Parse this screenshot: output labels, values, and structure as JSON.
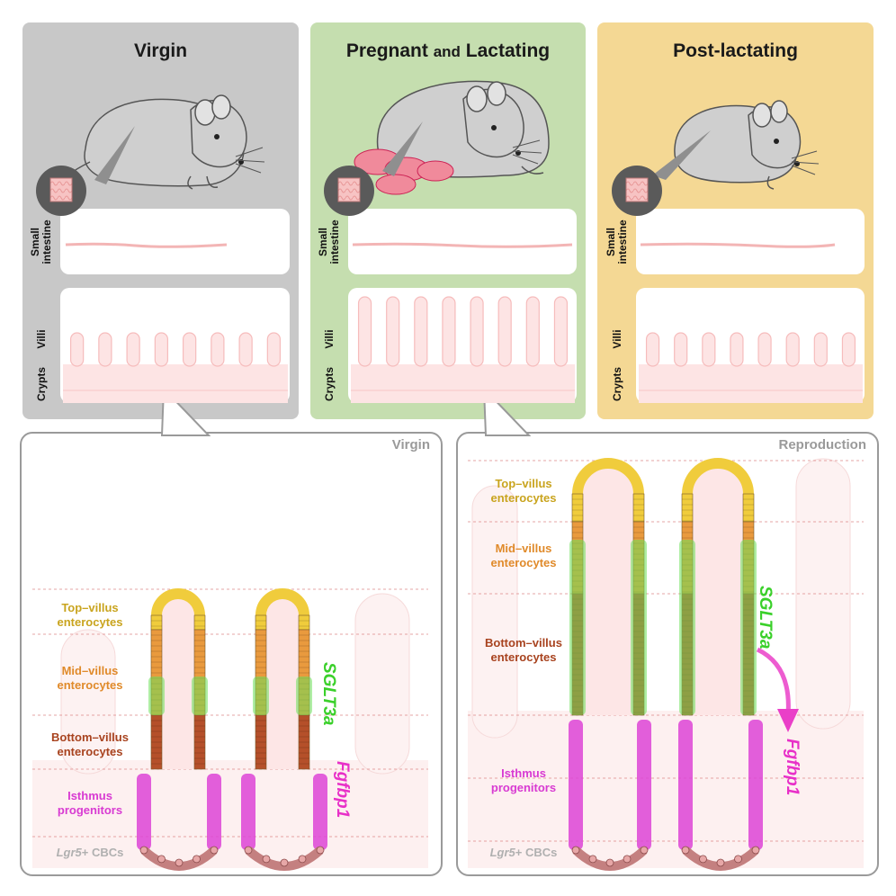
{
  "panels": [
    {
      "title_main": "Virgin",
      "title_mid": "",
      "title_end": "",
      "color": "#c8c8c8"
    },
    {
      "title_main": "Pregnant",
      "title_mid": "and",
      "title_end": "Lactating",
      "color": "#c5deaf"
    },
    {
      "title_main": "Post-lactating",
      "title_mid": "",
      "title_end": "",
      "color": "#f4d894"
    }
  ],
  "labels": {
    "small_intestine_line1": "Small",
    "small_intestine_line2": "intestine",
    "villi": "Villi",
    "crypts": "Crypts"
  },
  "detail_boxes": {
    "left_title": "Virgin",
    "right_title": "Reproduction"
  },
  "zones": {
    "top_villus": [
      "Top–villus",
      "enterocytes"
    ],
    "mid_villus": [
      "Mid–villus",
      "enterocytes"
    ],
    "bottom_villus": [
      "Bottom–villus",
      "enterocytes"
    ],
    "isthmus": [
      "Isthmus",
      "progenitors"
    ],
    "lgr5_gene": "Lgr5",
    "lgr5_rest": "+ CBCs"
  },
  "genes": {
    "sglt3a": "SGLT3a",
    "fgfbp1": "Fgfbp1"
  },
  "colors": {
    "top": "#f0cc3c",
    "mid": "#e99a3e",
    "bottom": "#b5502a",
    "isthmus": "#dd44d6",
    "sglt": "#6ee05a",
    "fgfbp1": "#e830c8",
    "tissue": "#fde6e6"
  }
}
